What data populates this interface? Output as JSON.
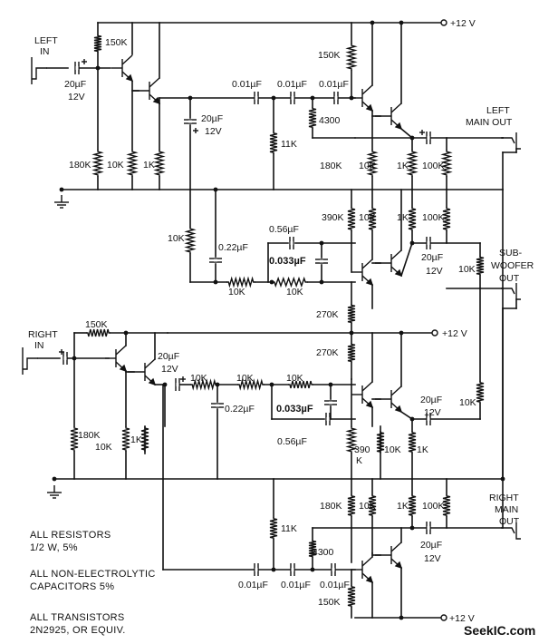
{
  "supply": [
    "+12 V",
    "+12 V",
    "+12 V"
  ],
  "left": {
    "in": [
      "LEFT",
      "IN"
    ],
    "cap_in": [
      "20µF",
      "12V"
    ],
    "r_top": "150K",
    "r_bot1": "180K",
    "r_bot2": "10K",
    "r_bot3": "1K",
    "cap_bypass": [
      "20µF",
      "12V"
    ],
    "c1": "0.01µF",
    "c2": "0.01µF",
    "c3": "0.01µF",
    "r_shunt": "11K",
    "r_4300": "4300",
    "amp_r150": "150K",
    "amp_r180": "180K",
    "amp_r10k": "10K",
    "amp_r1k": "1K",
    "amp_r100k": "100K",
    "out": [
      "LEFT",
      "MAIN OUT"
    ]
  },
  "sub": {
    "r_in": "10K",
    "c_gnd": "0.22µF",
    "c_056": "0.56µF",
    "c_033": "0.033µF",
    "r_a": "10K",
    "r_b": "10K",
    "r_390": "390K",
    "r_10k": "10K",
    "r_1k": "1K",
    "r_100k": "100K",
    "cap_out": [
      "20µF",
      "12V"
    ],
    "r_out": "10K",
    "out": [
      "SUB-",
      "WOOFER",
      "OUT"
    ],
    "r_270a": "270K",
    "r_270b": "270K"
  },
  "right": {
    "in": [
      "RIGHT",
      "IN"
    ],
    "r_top": "150K",
    "r_bot1": "180K",
    "r_bot2": "10K",
    "r_bot3": "1K",
    "cap_ser": [
      "20µF",
      "12V"
    ],
    "r_a": "10K",
    "r_b": "10K",
    "r_c": "10K",
    "c_gnd": "0.22µF",
    "c_033": "0.033µF",
    "c_056": "0.56µF",
    "cap_out2": [
      "20µF",
      "12V"
    ],
    "r_10k_side": "10K",
    "r_390": [
      "390",
      "K"
    ],
    "r_10k": "10K",
    "r_1k": "1K",
    "amp_r180": "180K",
    "amp_r10k": "10K",
    "amp_r1k": "1K",
    "amp_r100k": "100K",
    "r_11k": "11K",
    "r_4300": "4300",
    "c1": "0.01µF",
    "c2": "0.01µF",
    "c3": "0.01µF",
    "amp_r150": "150K",
    "cap_out": [
      "20µF",
      "12V"
    ],
    "out": [
      "RIGHT",
      "MAIN",
      "OUT"
    ]
  },
  "notes": [
    "ALL RESISTORS",
    "1/2 W, 5%",
    "ALL NON-ELECTROLYTIC",
    "CAPACITORS 5%",
    "ALL TRANSISTORS",
    "2N2925, OR EQUIV."
  ],
  "watermark": "SeekIC.com"
}
